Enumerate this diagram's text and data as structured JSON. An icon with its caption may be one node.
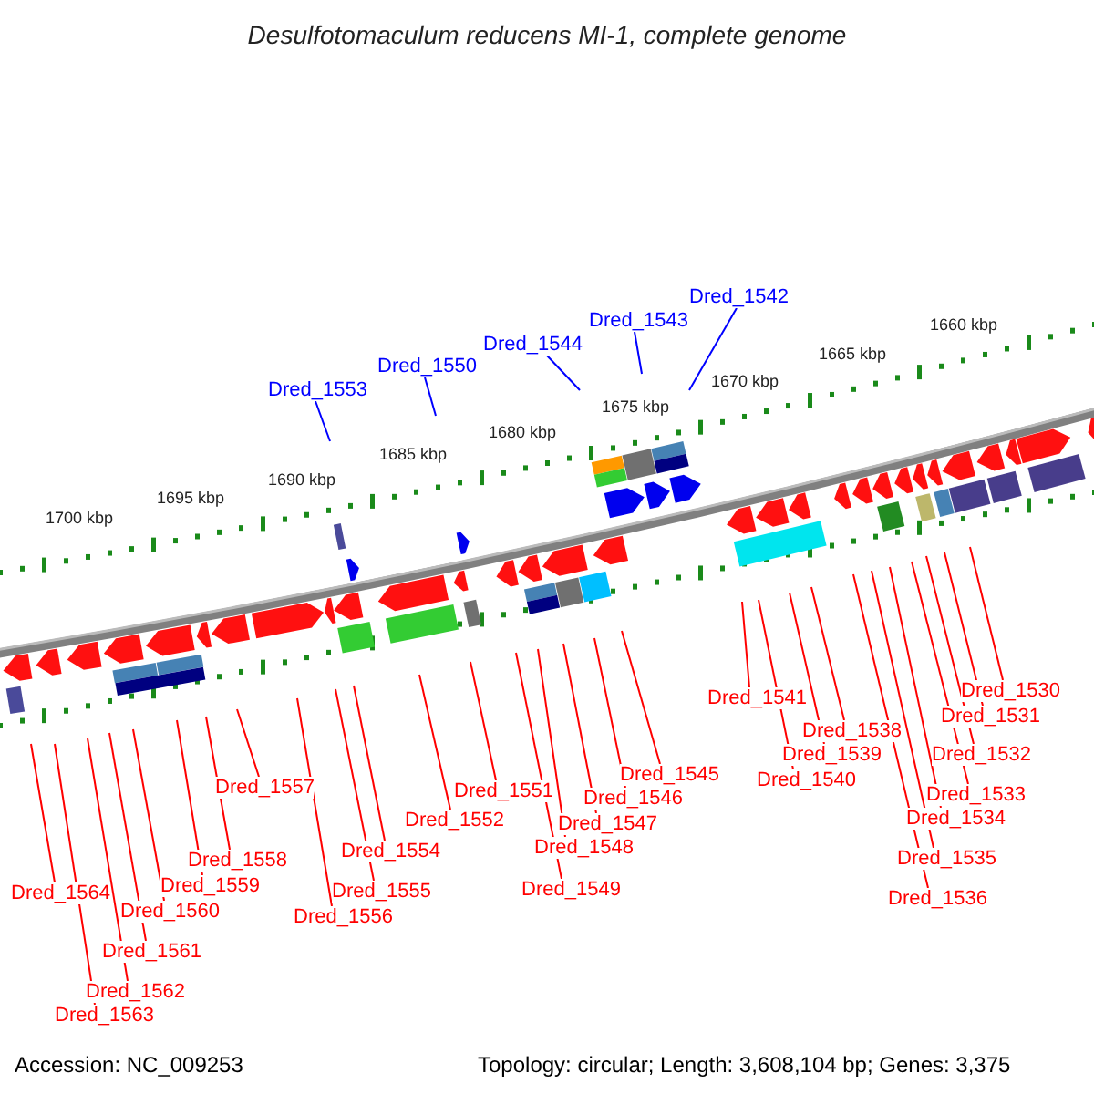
{
  "diagram": {
    "title": "Desulfotomaculum reducens MI-1, complete genome",
    "nodes": [
      {
        "text": [
          "Dred_1542"
        ]
      },
      {
        "text": [
          "Dred_1543"
        ]
      },
      {
        "text": [
          "Dred_1544"
        ]
      },
      {
        "text": [
          "Dred_1550"
        ]
      },
      {
        "text": [
          "Dred_1553"
        ]
      },
      {
        "text": [
          "Dred_1530"
        ]
      },
      {
        "text": [
          "Dred_1531"
        ]
      },
      {
        "text": [
          "Dred_1532"
        ]
      },
      {
        "text": [
          "Dred_1533"
        ]
      },
      {
        "text": [
          "Dred_1534"
        ]
      },
      {
        "text": [
          "Dred_1535"
        ]
      },
      {
        "text": [
          "Dred_1536"
        ]
      },
      {
        "text": [
          "Dred_1538"
        ]
      },
      {
        "text": [
          "Dred_1539"
        ]
      },
      {
        "text": [
          "Dred_1540"
        ]
      },
      {
        "text": [
          "Dred_1541"
        ]
      },
      {
        "text": [
          "Dred_1545"
        ]
      },
      {
        "text": [
          "Dred_1546"
        ]
      },
      {
        "text": [
          "Dred_1547"
        ]
      },
      {
        "text": [
          "Dred_1548"
        ]
      },
      {
        "text": [
          "Dred_1549"
        ]
      },
      {
        "text": [
          "Dred_1551"
        ]
      },
      {
        "text": [
          "Dred_1552"
        ]
      },
      {
        "text": [
          "Dred_1554"
        ]
      },
      {
        "text": [
          "Dred_1555"
        ]
      },
      {
        "text": [
          "Dred_1556"
        ]
      },
      {
        "text": [
          "Dred_1557"
        ]
      },
      {
        "text": [
          "Dred_1558"
        ]
      },
      {
        "text": [
          "Dred_1559"
        ]
      },
      {
        "text": [
          "Dred_1560"
        ]
      },
      {
        "text": [
          "Dred_1561"
        ]
      },
      {
        "text": [
          "Dred_1562"
        ]
      },
      {
        "text": [
          "Dred_1563"
        ]
      },
      {
        "text": [
          "Dred_1564"
        ]
      }
    ],
    "edges": [
      {
        "from": 0,
        "to": null,
        "arrow": "none",
        "color": "#0000ff"
      },
      {
        "from": 1,
        "to": null,
        "arrow": "none",
        "color": "#0000ff"
      },
      {
        "from": 2,
        "to": null,
        "arrow": "none",
        "color": "#0000ff"
      },
      {
        "from": 3,
        "to": null,
        "arrow": "none",
        "color": "#0000ff"
      },
      {
        "from": 4,
        "to": null,
        "arrow": "none",
        "color": "#0000ff"
      },
      {
        "from": 5,
        "to": null,
        "arrow": "none"
      },
      {
        "from": 6,
        "to": null,
        "arrow": "none"
      },
      {
        "from": 7,
        "to": null,
        "arrow": "none"
      },
      {
        "from": 8,
        "to": null,
        "arrow": "none"
      },
      {
        "from": 9,
        "to": null,
        "arrow": "none"
      },
      {
        "from": 10,
        "to": null,
        "arrow": "none"
      },
      {
        "from": 11,
        "to": null,
        "arrow": "none"
      },
      {
        "from": 12,
        "to": null,
        "arrow": "none"
      },
      {
        "from": 13,
        "to": null,
        "arrow": "none"
      },
      {
        "from": 14,
        "to": null,
        "arrow": "none"
      },
      {
        "from": 15,
        "to": null,
        "arrow": "none"
      },
      {
        "from": 16,
        "to": null,
        "arrow": "none"
      },
      {
        "from": 17,
        "to": null,
        "arrow": "none"
      },
      {
        "from": 18,
        "to": null,
        "arrow": "none"
      },
      {
        "from": 19,
        "to": null,
        "arrow": "none"
      },
      {
        "from": 20,
        "to": null,
        "arrow": "none"
      },
      {
        "from": 21,
        "to": null,
        "arrow": "none"
      },
      {
        "from": 22,
        "to": null,
        "arrow": "none"
      },
      {
        "from": 23,
        "to": null,
        "arrow": "none"
      },
      {
        "from": 24,
        "to": null,
        "arrow": "none"
      },
      {
        "from": 25,
        "to": null,
        "arrow": "none"
      },
      {
        "from": 26,
        "to": null,
        "arrow": "none"
      },
      {
        "from": 27,
        "to": null,
        "arrow": "none"
      },
      {
        "from": 28,
        "to": null,
        "arrow": "none"
      },
      {
        "from": 29,
        "to": null,
        "arrow": "none"
      },
      {
        "from": 30,
        "to": null,
        "arrow": "none"
      },
      {
        "from": 31,
        "to": null,
        "arrow": "none"
      },
      {
        "from": 32,
        "to": null,
        "arrow": "none"
      },
      {
        "from": 33,
        "to": null,
        "arrow": "none"
      }
    ],
    "labels": [
      "1660 kbp",
      "1665 kbp",
      "1670 kbp",
      "1675 kbp",
      "1680 kbp",
      "1685 kbp",
      "1690 kbp",
      "1695 kbp",
      "1700 kbp",
      "Accession: NC_009253",
      "Topology: circular; Length: 3,608,104 bp; Genes: 3,375"
    ]
  }
}
